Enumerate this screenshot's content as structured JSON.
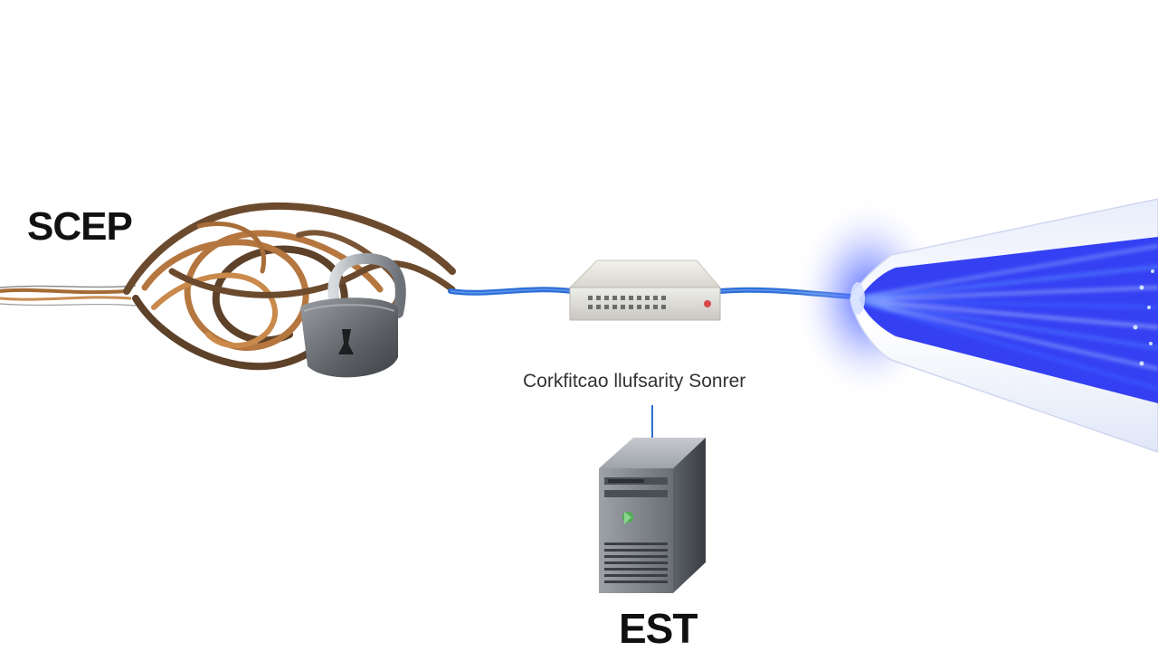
{
  "labels": {
    "left_protocol": "SCEP",
    "server_caption": "Corkfitcao llufsarity Sonrer",
    "bottom_protocol": "EST"
  },
  "colors": {
    "copper_cable": "#b5773f",
    "dark_cable": "#6b4a2e",
    "network_cable": "#2e6fd6",
    "fiber_glow": "#2a44ff",
    "lock_body": "#6f7377",
    "server_body": "#8a8f95"
  },
  "icons": {
    "padlock": "padlock-icon",
    "appliance": "network-appliance-icon",
    "tower": "server-tower-icon",
    "fiber": "fiber-optic-bundle-icon"
  }
}
